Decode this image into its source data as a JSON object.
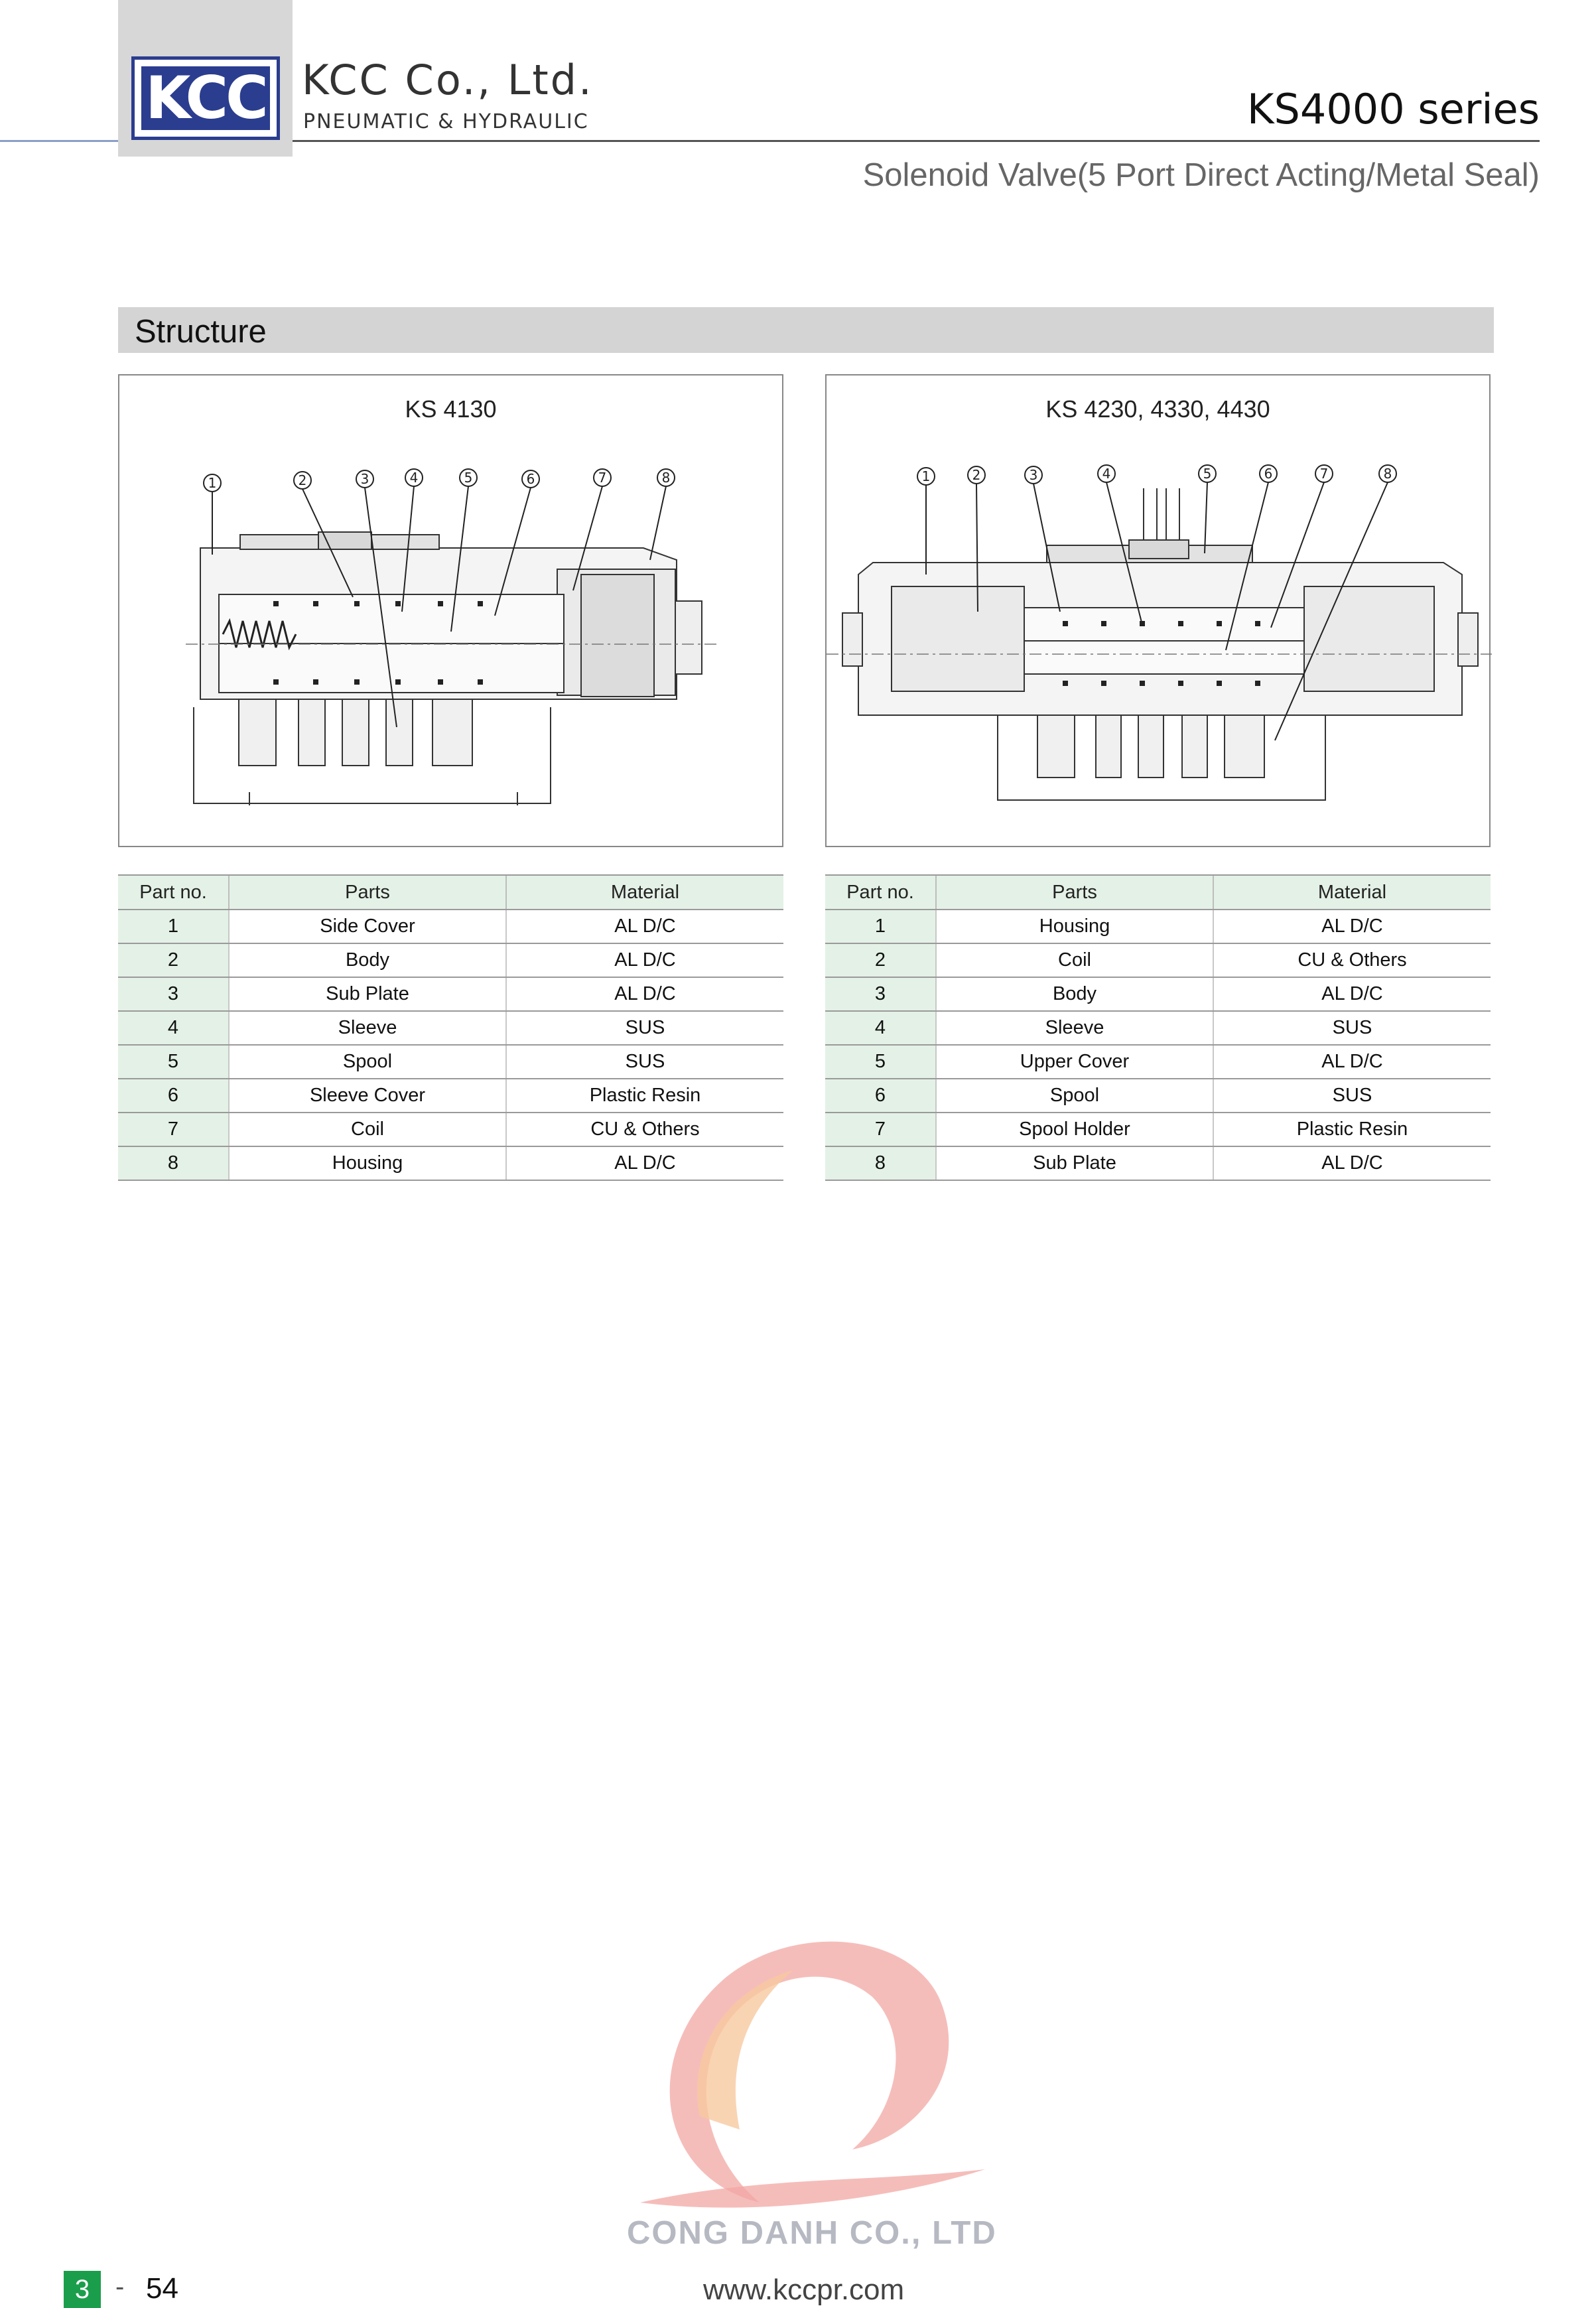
{
  "header": {
    "logo_text": "KCC",
    "company_name": "KCC Co., Ltd.",
    "company_tagline": "PNEUMATIC & HYDRAULIC",
    "series": "KS4000 series",
    "subtitle": "Solenoid Valve(5 Port Direct Acting/Metal Seal)"
  },
  "section": {
    "title": "Structure"
  },
  "diagrams": [
    {
      "title": "KS 4130",
      "callouts": [
        "1",
        "2",
        "3",
        "4",
        "5",
        "6",
        "7",
        "8"
      ]
    },
    {
      "title": "KS 4230, 4330, 4430",
      "callouts": [
        "1",
        "2",
        "3",
        "4",
        "5",
        "6",
        "7",
        "8"
      ]
    }
  ],
  "tables": [
    {
      "headers": [
        "Part no.",
        "Parts",
        "Material"
      ],
      "rows": [
        [
          "1",
          "Side Cover",
          "AL D/C"
        ],
        [
          "2",
          "Body",
          "AL D/C"
        ],
        [
          "3",
          "Sub Plate",
          "AL D/C"
        ],
        [
          "4",
          "Sleeve",
          "SUS"
        ],
        [
          "5",
          "Spool",
          "SUS"
        ],
        [
          "6",
          "Sleeve Cover",
          "Plastic Resin"
        ],
        [
          "7",
          "Coil",
          "CU & Others"
        ],
        [
          "8",
          "Housing",
          "AL D/C"
        ]
      ]
    },
    {
      "headers": [
        "Part no.",
        "Parts",
        "Material"
      ],
      "rows": [
        [
          "1",
          "Housing",
          "AL D/C"
        ],
        [
          "2",
          "Coil",
          "CU & Others"
        ],
        [
          "3",
          "Body",
          "AL D/C"
        ],
        [
          "4",
          "Sleeve",
          "SUS"
        ],
        [
          "5",
          "Upper Cover",
          "AL D/C"
        ],
        [
          "6",
          "Spool",
          "SUS"
        ],
        [
          "7",
          "Spool Holder",
          "Plastic Resin"
        ],
        [
          "8",
          "Sub Plate",
          "AL D/C"
        ]
      ]
    }
  ],
  "watermark": {
    "text": "CONG DANH CO., LTD"
  },
  "footer": {
    "chapter": "3",
    "separator": "-",
    "page": "54",
    "website": "www.kccpr.com"
  },
  "colors": {
    "brand_blue": "#2b3d8f",
    "table_header_green": "#e4f1e7",
    "section_gray": "#d4d4d4",
    "chapter_green": "#1b9e4c"
  }
}
